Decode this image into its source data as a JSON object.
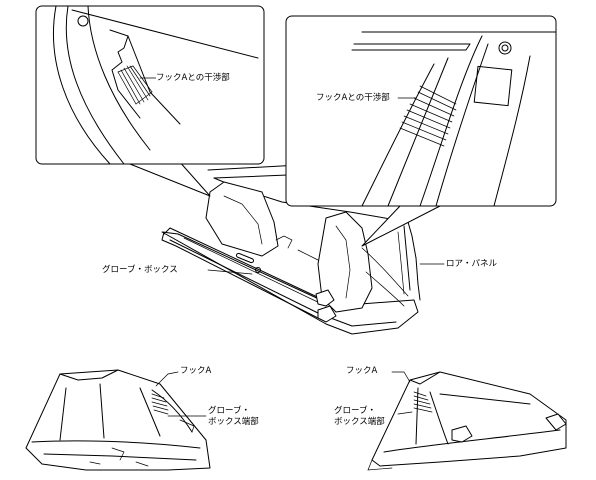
{
  "labels": {
    "detail_left_interference": "フックAとの干渉部",
    "detail_right_interference": "フックAとの干渉部",
    "glove_box": "グローブ・ボックス",
    "lower_panel": "ロア・パネル",
    "hook_a_left": "フックA",
    "glove_box_edge_left_line1": "グローブ・",
    "glove_box_edge_left_line2": "ボックス端部",
    "hook_a_right": "フックA",
    "glove_box_edge_right_line1": "グローブ・",
    "glove_box_edge_right_line2": "ボックス端部"
  },
  "colors": {
    "line": "#000000",
    "background": "#ffffff"
  }
}
